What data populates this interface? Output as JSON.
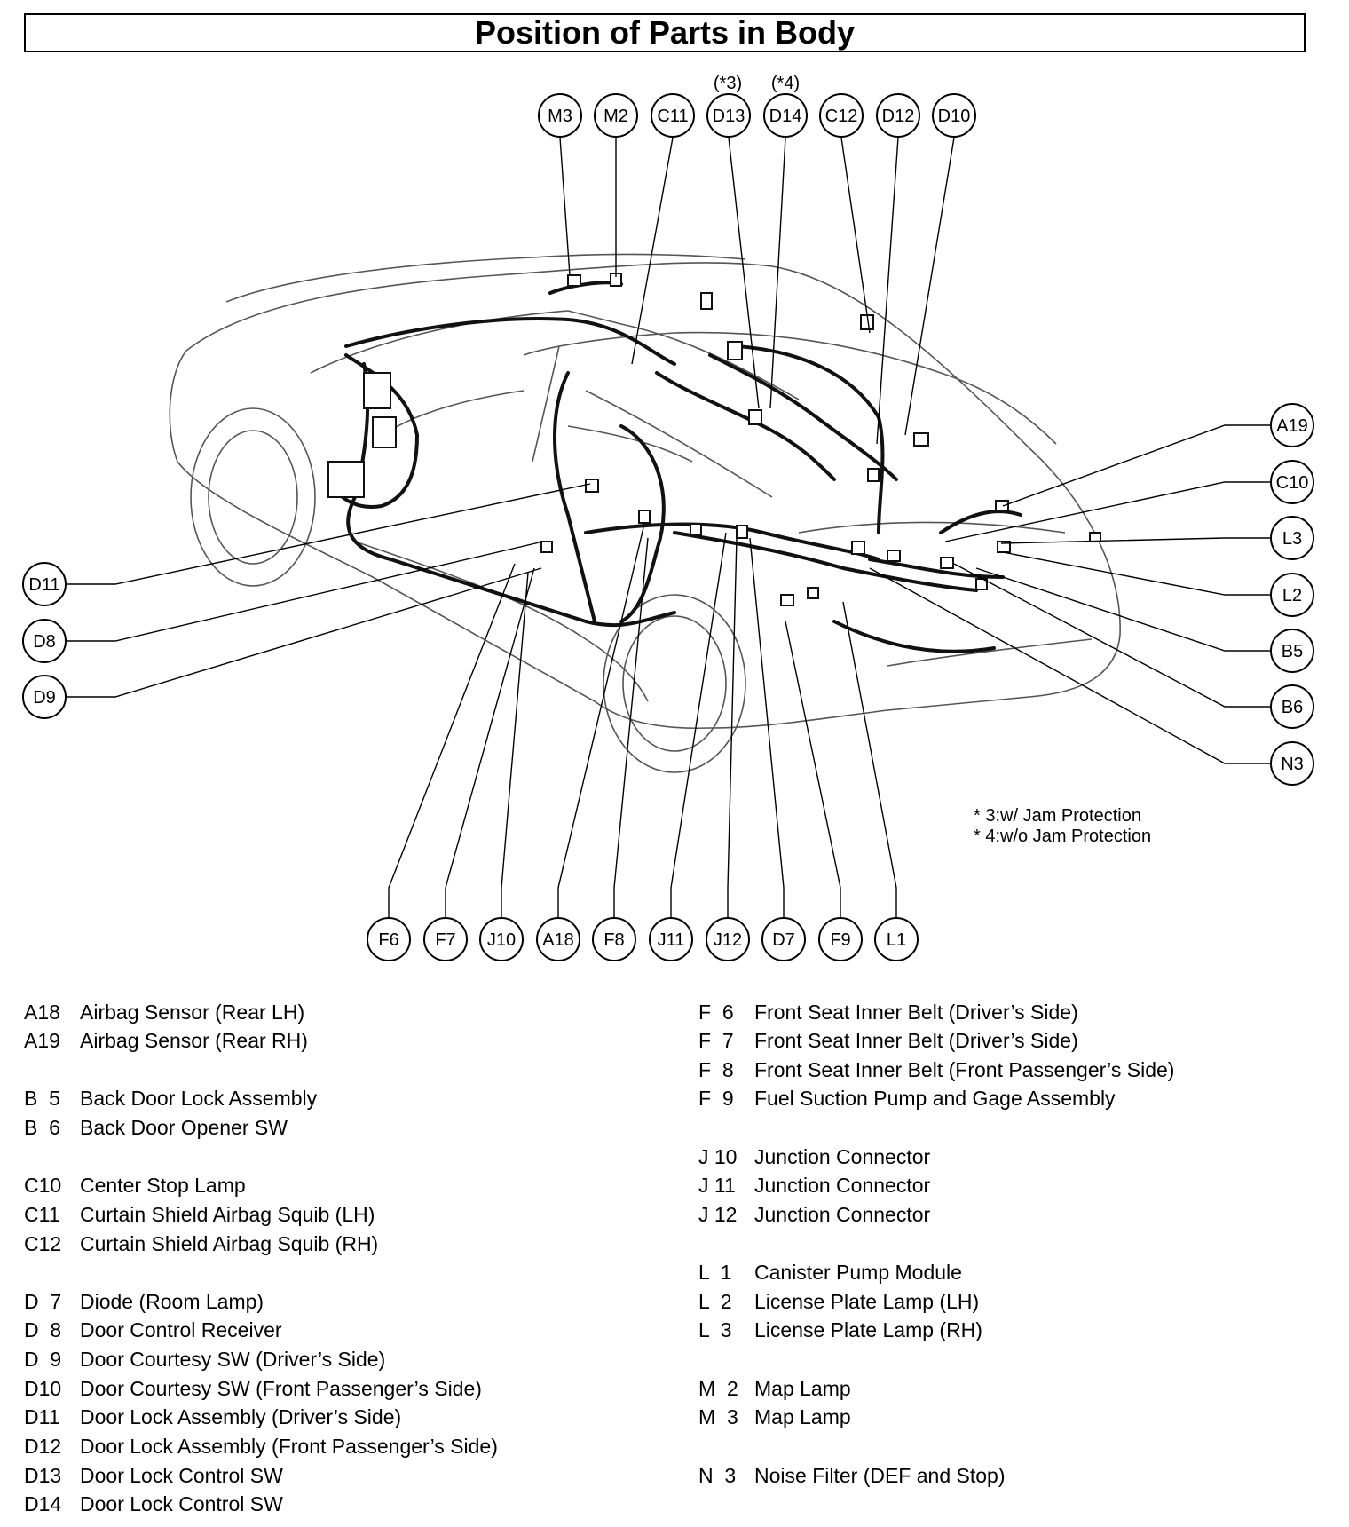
{
  "title": "Position of Parts in Body",
  "star_labels": {
    "d13": "(*3)",
    "d14": "(*4)"
  },
  "notes": [
    "* 3:w/ Jam Protection",
    "* 4:w/o Jam Protection"
  ],
  "connectors": {
    "M3": "M3",
    "M2": "M2",
    "C11": "C11",
    "D13": "D13",
    "D14": "D14",
    "C12": "C12",
    "D12": "D12",
    "D10": "D10",
    "A19": "A19",
    "C10": "C10",
    "L3": "L3",
    "L2": "L2",
    "B5": "B5",
    "B6": "B6",
    "N3": "N3",
    "D11": "D11",
    "D8": "D8",
    "D9": "D9",
    "F6": "F6",
    "F7": "F7",
    "J10": "J10",
    "A18": "A18",
    "F8": "F8",
    "J11": "J11",
    "J12": "J12",
    "D7": "D7",
    "F9": "F9",
    "L1": "L1"
  },
  "legend_left": [
    {
      "code": "A18",
      "desc": "Airbag Sensor (Rear LH)"
    },
    {
      "code": "A19",
      "desc": "Airbag Sensor (Rear RH)"
    },
    {
      "code": "B  5",
      "desc": "Back Door Lock Assembly"
    },
    {
      "code": "B  6",
      "desc": "Back Door Opener SW"
    },
    {
      "code": "C10",
      "desc": "Center Stop Lamp"
    },
    {
      "code": "C11",
      "desc": "Curtain Shield Airbag Squib (LH)"
    },
    {
      "code": "C12",
      "desc": "Curtain Shield Airbag Squib (RH)"
    },
    {
      "code": "D  7",
      "desc": "Diode (Room Lamp)"
    },
    {
      "code": "D  8",
      "desc": "Door Control Receiver"
    },
    {
      "code": "D  9",
      "desc": "Door Courtesy SW (Driver’s Side)"
    },
    {
      "code": "D10",
      "desc": "Door Courtesy SW (Front Passenger’s Side)"
    },
    {
      "code": "D11",
      "desc": "Door Lock Assembly (Driver’s Side)"
    },
    {
      "code": "D12",
      "desc": "Door Lock Assembly (Front Passenger’s Side)"
    },
    {
      "code": "D13",
      "desc": "Door Lock Control SW"
    },
    {
      "code": "D14",
      "desc": "Door Lock Control SW"
    }
  ],
  "legend_right": [
    {
      "code": "F  6",
      "desc": "Front Seat Inner Belt (Driver’s Side)"
    },
    {
      "code": "F  7",
      "desc": "Front Seat Inner Belt (Driver’s Side)"
    },
    {
      "code": "F  8",
      "desc": "Front Seat Inner Belt (Front Passenger’s Side)"
    },
    {
      "code": "F  9",
      "desc": "Fuel Suction Pump and Gage Assembly"
    },
    {
      "code": "J 10",
      "desc": "Junction Connector"
    },
    {
      "code": "J 11",
      "desc": "Junction Connector"
    },
    {
      "code": "J 12",
      "desc": "Junction Connector"
    },
    {
      "code": "L  1",
      "desc": "Canister Pump Module"
    },
    {
      "code": "L  2",
      "desc": "License Plate Lamp (LH)"
    },
    {
      "code": "L  3",
      "desc": "License Plate Lamp (RH)"
    },
    {
      "code": "M  2",
      "desc": "Map Lamp"
    },
    {
      "code": "M  3",
      "desc": "Map Lamp"
    },
    {
      "code": "N  3",
      "desc": "Noise Filter (DEF and Stop)"
    }
  ]
}
